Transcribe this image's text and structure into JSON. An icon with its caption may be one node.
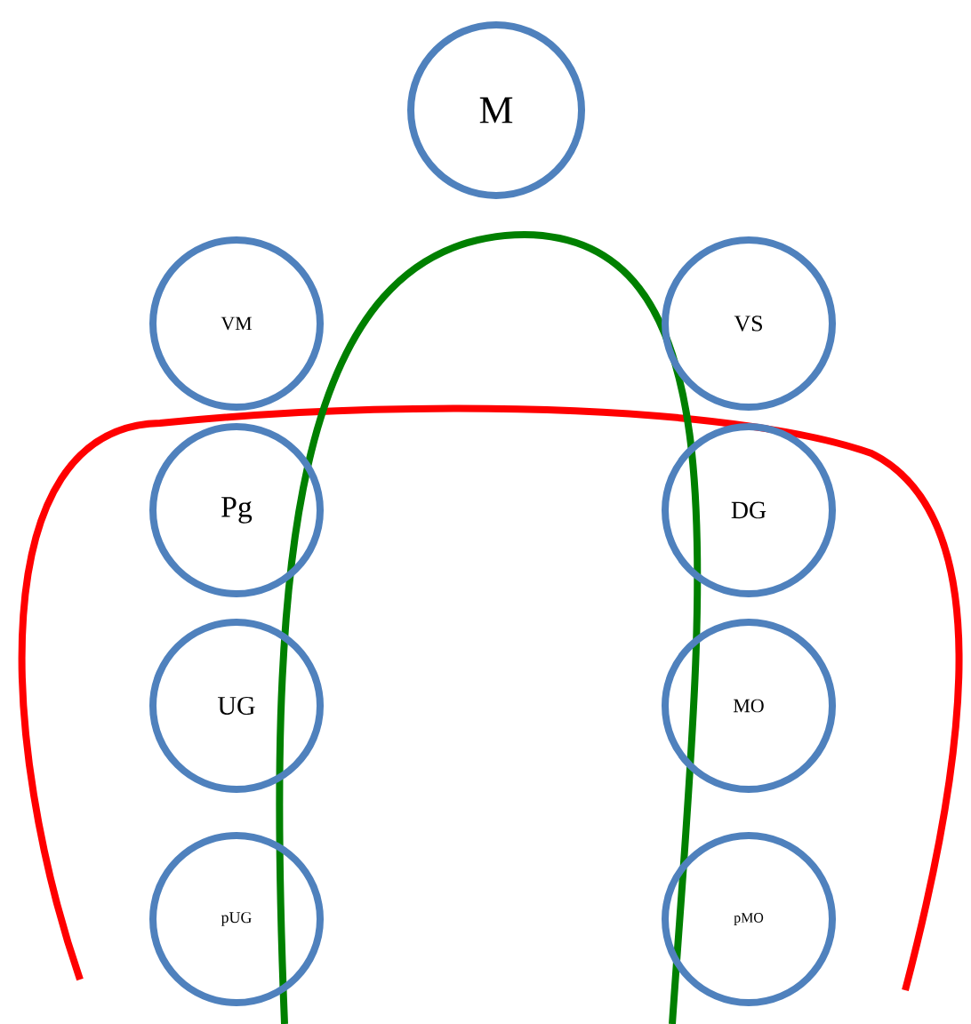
{
  "diagram": {
    "nodes": [
      {
        "text": [
          "M"
        ]
      },
      {
        "text": [
          "VM"
        ]
      },
      {
        "text": [
          "VS"
        ]
      },
      {
        "text": [
          "Pg"
        ]
      },
      {
        "text": [
          "DG"
        ]
      },
      {
        "text": [
          "UG"
        ]
      },
      {
        "text": [
          "MO"
        ]
      },
      {
        "text": [
          "pUG"
        ]
      },
      {
        "text": [
          "pMO"
        ]
      }
    ]
  }
}
